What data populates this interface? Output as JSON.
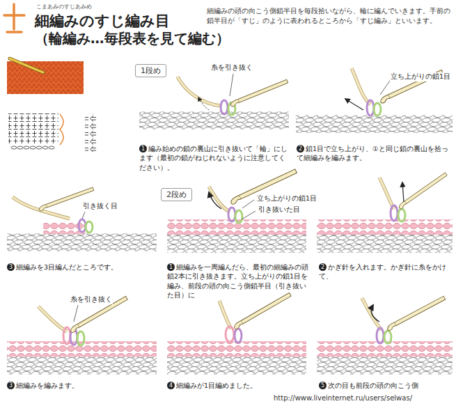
{
  "diagram": {
    "title": "細編みのすじ編み目",
    "nodes": [
      {
        "text": [
          "1段め"
        ]
      },
      {
        "text": [
          "2段め"
        ]
      }
    ],
    "labels": [
      "こまあみのすじあみめ",
      "（輪編み…毎段表を見て編む）",
      "細編みの頭の向こう側鎖半目を毎段拾いながら、輪に編んでいきます。手前の鎖半目が「すじ」のように表われるところから「すじ編み」といいます。",
      "糸を引き抜く",
      "1",
      "編み始めの鎖の裏山に引き抜いて「輪」にします（最初の鎖がねじれないように注意してください）。",
      "立ち上がりの鎖1目",
      "2",
      "鎖1目で立ち上がり、①と同じ鎖の裏山を拾って細編みを編みます。",
      "引き抜く目",
      "3",
      "細編みを3目編んだところです。",
      "立ち上がりの鎖1目",
      "引き抜いた目",
      "1",
      "細編みを一周編んだら、最初の細編みの頭鎖2本に引き抜きます。立ち上がりの鎖1目を編み、前段の頭の向こう側鎖半目（引き抜いた目）に",
      "2",
      "かぎ針を入れます。かぎ針に糸をかけて、",
      "糸を引き抜く",
      "3",
      "細編みを編みます。",
      "4",
      "細編みが1目編めました。",
      "5",
      "次の目も前段の頭の向こう側",
      "http://www.liveinternet.ru/users/selwas/"
    ]
  }
}
